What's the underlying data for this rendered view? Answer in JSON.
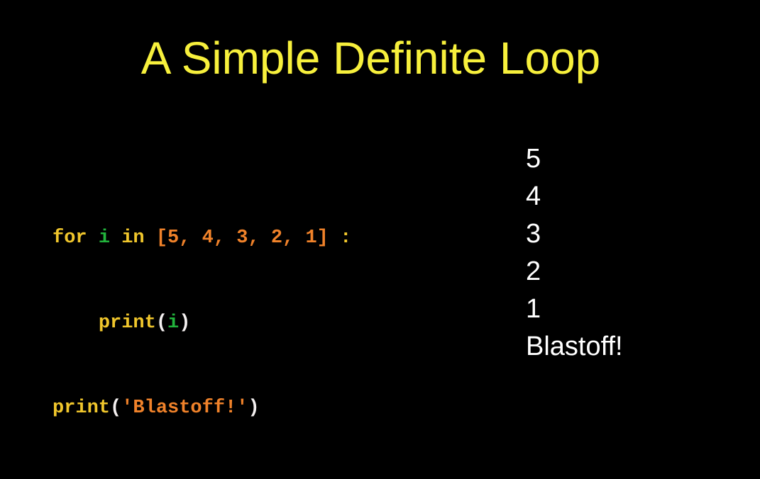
{
  "colors": {
    "background": "#000000",
    "title": "#f7f03c",
    "keyword": "#f0c62c",
    "variable": "#22b33c",
    "literal": "#f0822a",
    "plain": "#f4f0f0",
    "output": "#ffffff"
  },
  "slide": {
    "title": "A Simple Definite Loop"
  },
  "code": {
    "line1": {
      "kw_for": "for",
      "sp1": " ",
      "var_i": "i",
      "sp2": " ",
      "kw_in": "in",
      "sp3": " ",
      "list": "[5, 4, 3, 2, 1]",
      "colon": " :"
    },
    "line2": {
      "indent": "    ",
      "fn_print": "print",
      "open": "(",
      "arg": "i",
      "close": ")"
    },
    "line3": {
      "fn_print": "print",
      "open": "(",
      "arg": "'Blastoff!'",
      "close": ")"
    }
  },
  "output": {
    "lines": [
      "5",
      "4",
      "3",
      "2",
      "1",
      "Blastoff!"
    ]
  }
}
